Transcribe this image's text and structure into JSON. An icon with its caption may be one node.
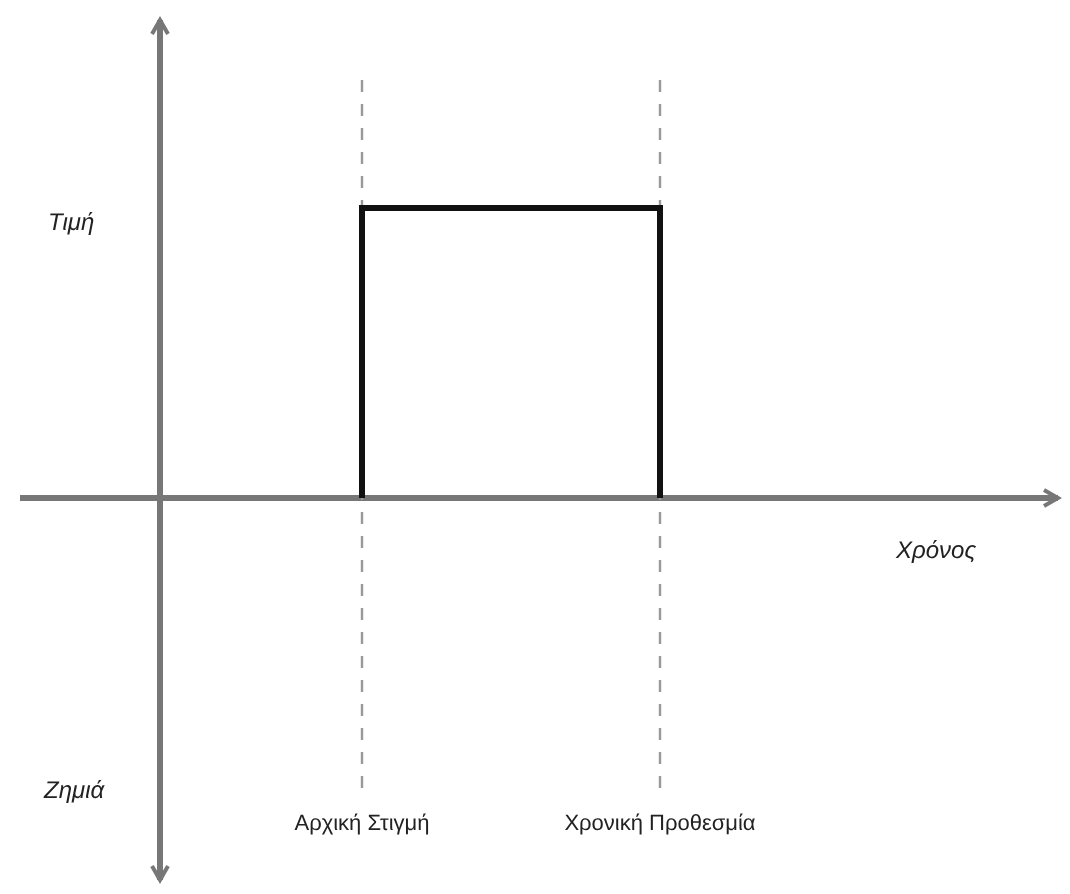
{
  "diagram": {
    "labels": [
      "Τιμή",
      "Χρόνος",
      "Ζημιά",
      "Αρχική Στιγμή",
      "Χρονική Προθεσμία"
    ]
  }
}
